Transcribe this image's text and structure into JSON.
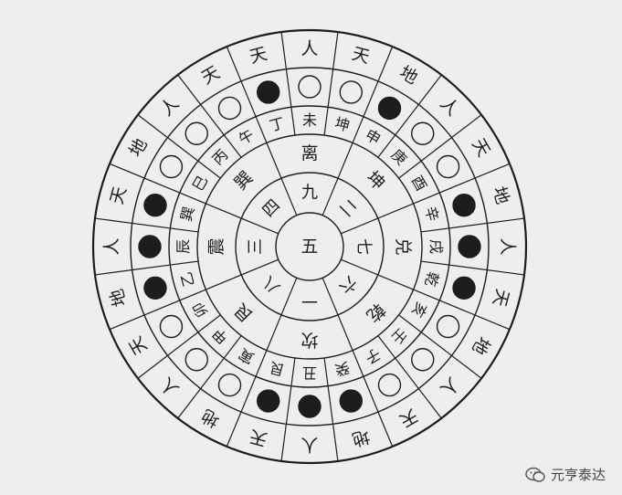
{
  "center": "五",
  "numbers": [
    "九",
    "二",
    "七",
    "六",
    "一",
    "八",
    "三",
    "四"
  ],
  "trigrams": [
    "离",
    "坤",
    "兑",
    "乾",
    "坎",
    "艮",
    "震",
    "巽"
  ],
  "mountains": [
    "丁",
    "未",
    "坤",
    "申",
    "庚",
    "酉",
    "辛",
    "戌",
    "乾",
    "亥",
    "壬",
    "子",
    "癸",
    "丑",
    "艮",
    "寅",
    "甲",
    "卯",
    "乙",
    "辰",
    "巽",
    "巳",
    "丙",
    "午"
  ],
  "circles": [
    "filled",
    "empty",
    "empty",
    "filled",
    "empty",
    "empty",
    "filled",
    "filled",
    "filled",
    "empty",
    "empty",
    "empty",
    "filled",
    "filled",
    "filled",
    "empty",
    "empty",
    "empty",
    "filled",
    "filled",
    "filled",
    "empty",
    "empty",
    "empty"
  ],
  "outer": [
    "天",
    "人",
    "天",
    "地",
    "人",
    "天",
    "地",
    "人",
    "天",
    "地",
    "人",
    "天",
    "地",
    "人",
    "天",
    "地",
    "人",
    "天",
    "地",
    "人",
    "天",
    "地",
    "人",
    "天"
  ],
  "watermark": "元亨泰达"
}
